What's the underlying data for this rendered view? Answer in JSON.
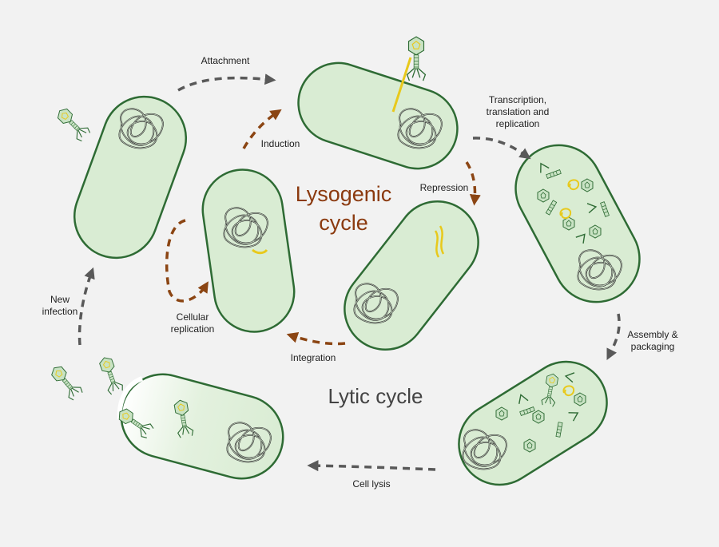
{
  "labels": {
    "attachment": "Attachment",
    "transcription": "Transcription,\ntranslation and\nreplication",
    "assembly": "Assembly &\npackaging",
    "cell_lysis": "Cell lysis",
    "new_infection": "New\ninfection",
    "induction": "Induction",
    "repression": "Repression",
    "integration": "Integration",
    "cellular_replication": "Cellular\nreplication"
  },
  "titles": {
    "lysogenic": "Lysogenic\ncycle",
    "lytic": "Lytic cycle"
  },
  "colors": {
    "background": "#f2f2f2",
    "cell_fill": "#d9ecd3",
    "cell_border": "#2e6b34",
    "lytic_arrow": "#595959",
    "lysogenic_arrow": "#8b4513",
    "lysogenic_title": "#8b3a0f",
    "lytic_title": "#444444",
    "prophage": "#e8c91c",
    "dna": "#333333"
  }
}
